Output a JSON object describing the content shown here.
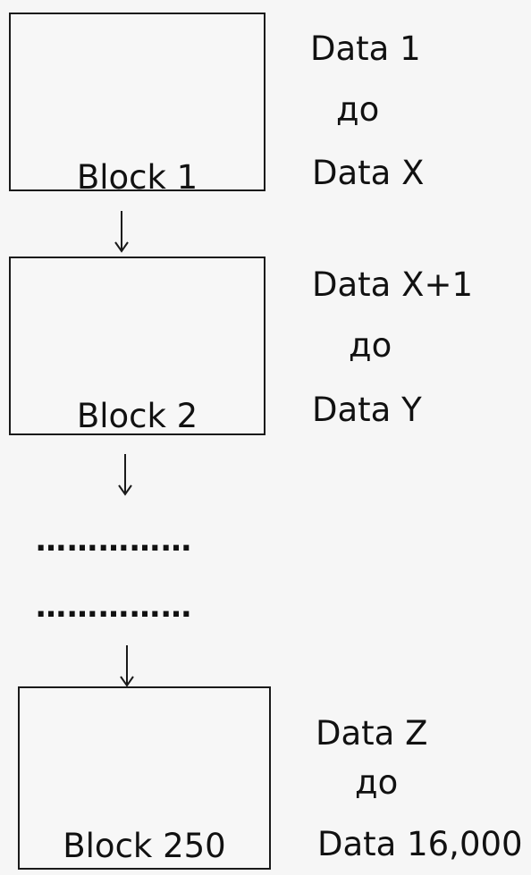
{
  "blocks": [
    {
      "label": "Block 1",
      "range_start": "Data 1",
      "range_word": "до",
      "range_end": "Data X"
    },
    {
      "label": "Block 2",
      "range_start": "Data X+1",
      "range_word": "до",
      "range_end": "Data Y"
    },
    {
      "label": "Block 250",
      "range_start": "Data Z",
      "range_word": "до",
      "range_end": "Data 16,000"
    }
  ],
  "ellipsis": {
    "line_1": "……………",
    "line_2": "……………"
  }
}
